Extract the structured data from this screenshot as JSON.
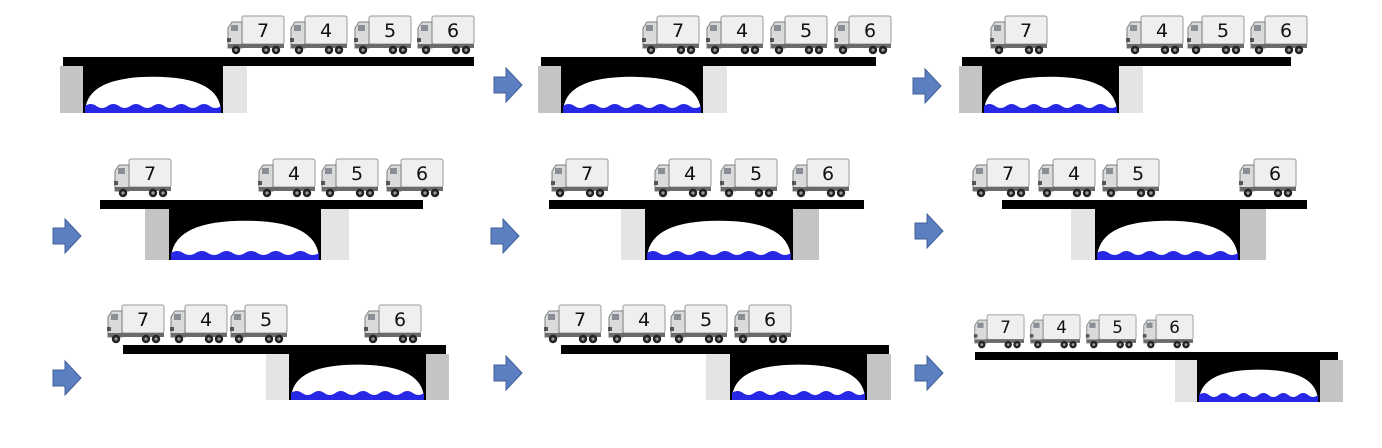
{
  "diagram": {
    "colors": {
      "deck": "#000000",
      "bridge_body": "#000000",
      "arch_opening": "#ffffff",
      "water": "#2727e6",
      "abutment_dark": "#c4c4c4",
      "abutment_light": "#e4e4e4",
      "arrow_fill": "#5b7fc0",
      "arrow_stroke": "#3f5f98",
      "truck_box": "#efefef",
      "truck_cab": "#dadada",
      "wheel": "#222222"
    },
    "icons": {
      "truck": "truck-icon",
      "arrow": "right-arrow-icon"
    },
    "panels": [
      {
        "step": 1,
        "trucks": [
          "7",
          "4",
          "5",
          "6"
        ]
      },
      {
        "step": 2,
        "trucks": [
          "7",
          "4",
          "5",
          "6"
        ]
      },
      {
        "step": 3,
        "trucks": [
          "7",
          "4",
          "5",
          "6"
        ]
      },
      {
        "step": 4,
        "trucks": [
          "7",
          "4",
          "5",
          "6"
        ]
      },
      {
        "step": 5,
        "trucks": [
          "7",
          "4",
          "5",
          "6"
        ]
      },
      {
        "step": 6,
        "trucks": [
          "7",
          "4",
          "5",
          "6"
        ]
      },
      {
        "step": 7,
        "trucks": [
          "7",
          "4",
          "5",
          "6"
        ]
      },
      {
        "step": 8,
        "trucks": [
          "7",
          "4",
          "5",
          "6"
        ]
      },
      {
        "step": 9,
        "trucks": [
          "7",
          "4",
          "5",
          "6"
        ]
      }
    ]
  }
}
